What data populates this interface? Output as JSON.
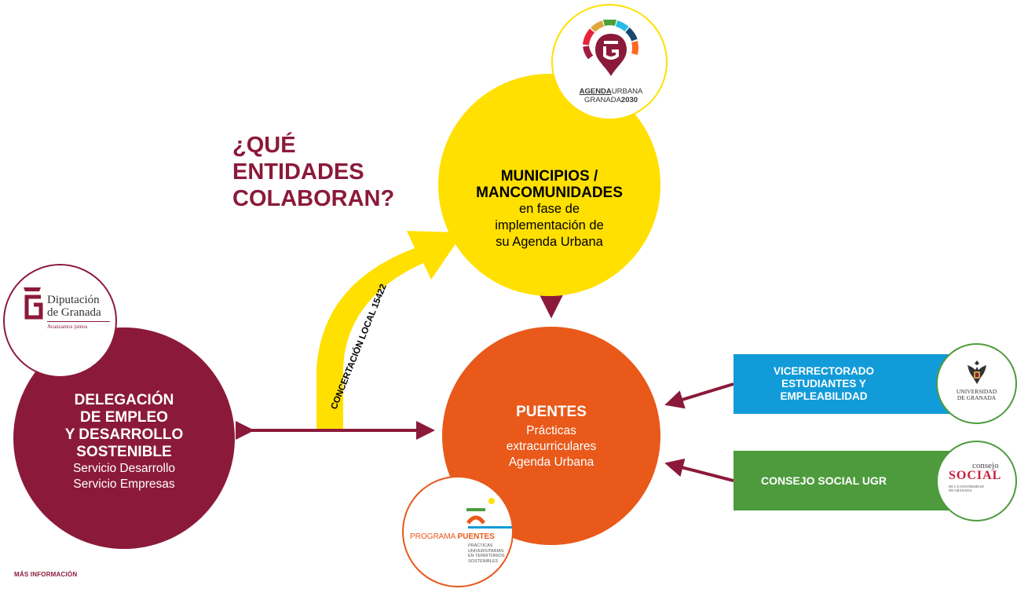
{
  "question": {
    "lines": [
      "¿QUÉ",
      "ENTIDADES",
      "COLABORAN?"
    ]
  },
  "municipios": {
    "title_lines": [
      "MUNICIPIOS /",
      "MANCOMUNIDADES"
    ],
    "desc_lines": [
      "en fase de",
      "implementación de",
      "su Agenda Urbana"
    ]
  },
  "agenda_logo": {
    "line1_bold": "AGENDA",
    "line1_light": "URBANA",
    "line2_light": "GRANADA",
    "line2_bold": "2030"
  },
  "puentes": {
    "title": "PUENTES",
    "desc_lines": [
      "Prácticas",
      "extracurriculares",
      "Agenda Urbana"
    ]
  },
  "delegacion": {
    "title_lines": [
      "DELEGACIÓN",
      "DE EMPLEO",
      "Y DESARROLLO",
      "SOSTENIBLE"
    ],
    "desc_lines": [
      "Servicio Desarrollo",
      "Servicio Empresas"
    ]
  },
  "diputacion_logo": {
    "line1": "Diputación",
    "line2": "de Granada",
    "tagline": "Avanzamos juntos"
  },
  "arrow_label": "CONCERTACIÓN LOCAL 15422",
  "vicerrectorado": {
    "lines": [
      "VICERRECTORADO",
      "ESTUDIANTES Y",
      "EMPLEABILIDAD"
    ]
  },
  "ugr_logo": {
    "line1": "UNIVERSIDAD",
    "line2": "DE GRANADA"
  },
  "consejo": {
    "label": "CONSEJO SOCIAL UGR"
  },
  "consejo_logo": {
    "top": "consejo",
    "main": "SOCIAL",
    "sub1": "DE LA UNIVERSIDAD",
    "sub2": "DE GRANADA"
  },
  "programa_logo": {
    "prefix": "PROGRAMA",
    "name": "PUENTES",
    "sub_lines": [
      "PRÁCTICAS",
      "UNIVERSITARIAS",
      "EN TERRITORIOS",
      "SOSTENIBLES"
    ]
  },
  "more_info": "MÁS INFORMACIÓN",
  "colors": {
    "maroon": "#8b1a3a",
    "yellow": "#ffe000",
    "orange": "#e8591a",
    "blue": "#129bd9",
    "green": "#4d9b3d"
  }
}
